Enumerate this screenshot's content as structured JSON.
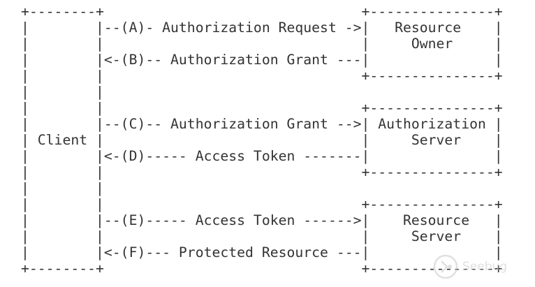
{
  "diagram": {
    "lines": [
      "+--------+                               +---------------+",
      "|        |--(A)- Authorization Request ->|   Resource    |",
      "|        |                               |     Owner     |",
      "|        |<-(B)-- Authorization Grant ---|               |",
      "|        |                               +---------------+",
      "|        |",
      "|        |                               +---------------+",
      "|        |--(C)-- Authorization Grant -->| Authorization |",
      "| Client |                               |     Server    |",
      "|        |<-(D)----- Access Token -------|               |",
      "|        |                               +---------------+",
      "|        |",
      "|        |                               +---------------+",
      "|        |--(E)----- Access Token ------>|    Resource   |",
      "|        |                               |     Server    |",
      "|        |<-(F)--- Protected Resource ---|               |",
      "+--------+                               +---------------+"
    ]
  },
  "watermark": {
    "text": "Seebug",
    "icon": "seebug-logo-icon",
    "color": "#c8c8c8"
  }
}
